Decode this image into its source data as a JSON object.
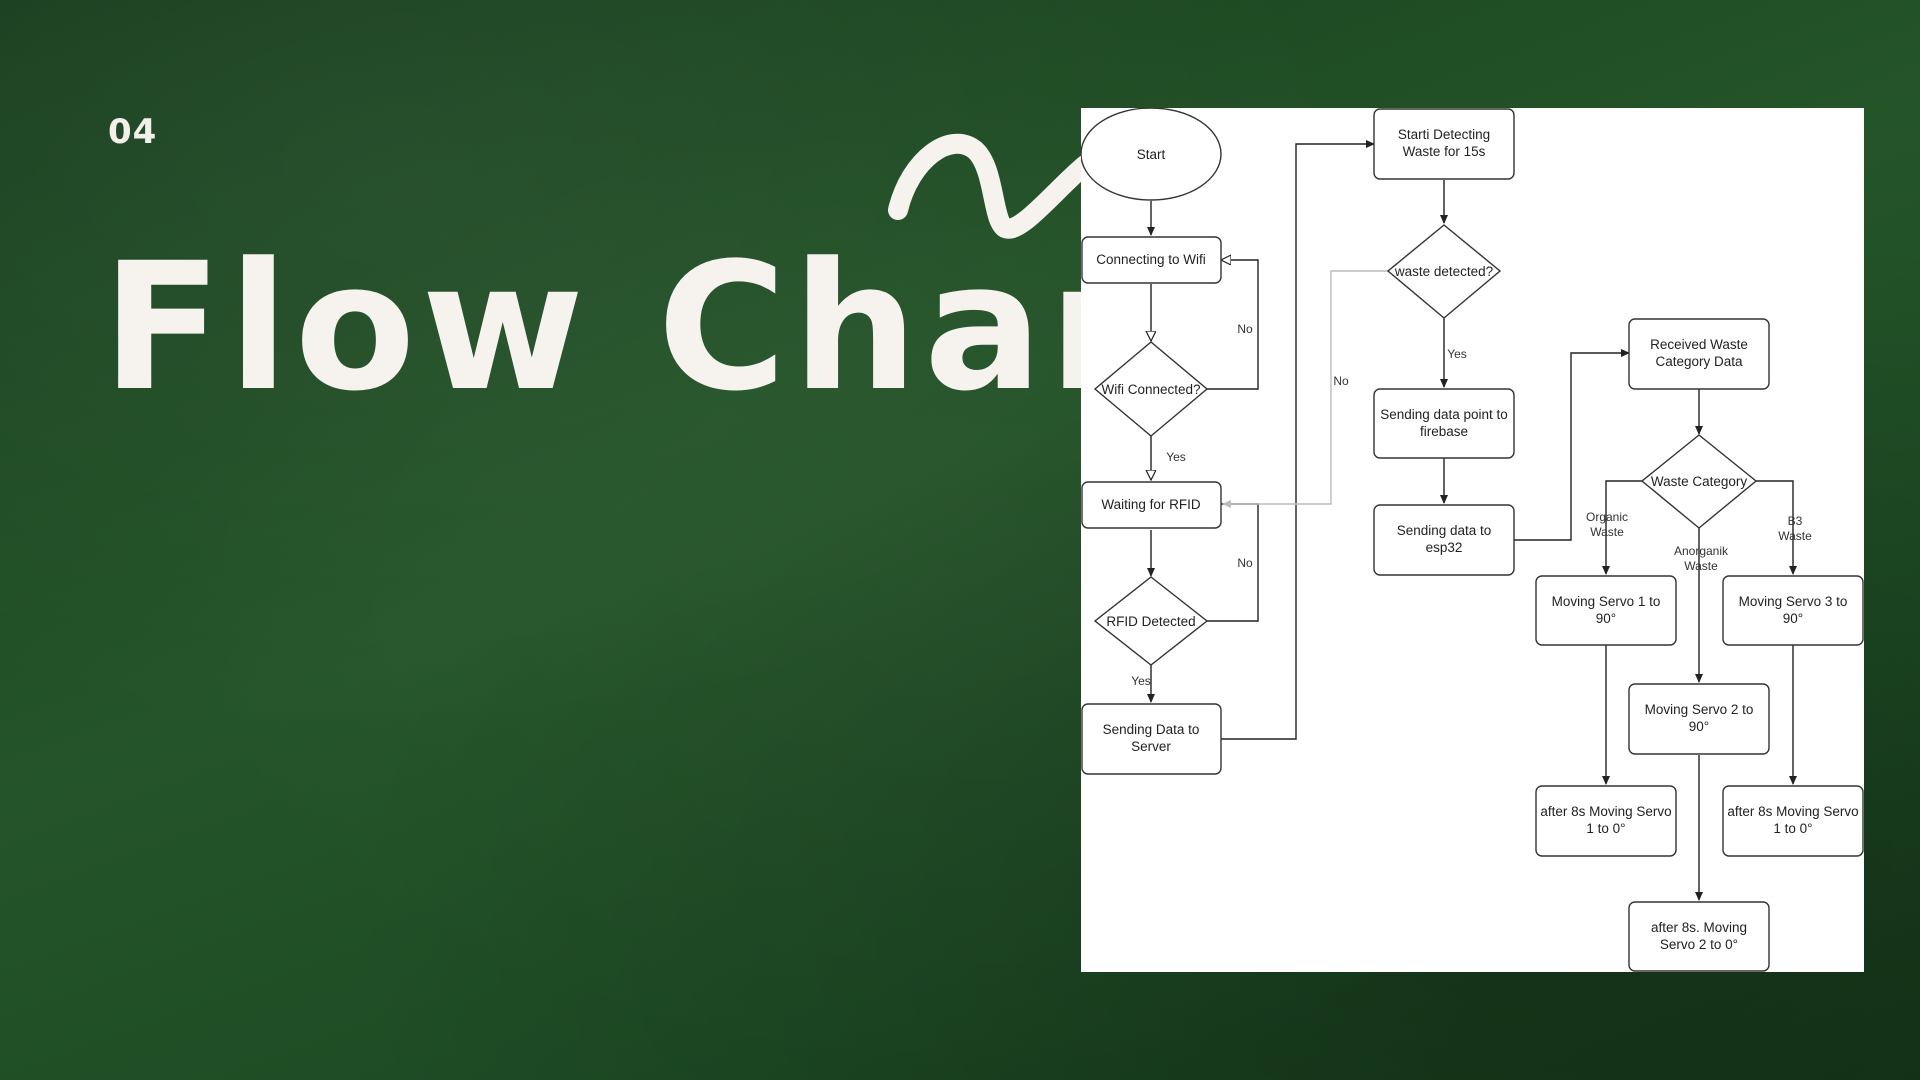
{
  "slide": {
    "number": "04",
    "title": "Flow Chart"
  },
  "colors": {
    "board": "#1f4a27",
    "chalk": "#f6f3ee",
    "panel": "#ffffff",
    "stroke": "#333333"
  },
  "flowchart": {
    "nodes": {
      "start": "Start",
      "connecting_wifi": "Connecting to Wifi",
      "wifi_connected": "Wifi Connected?",
      "waiting_rfid": "Waiting for RFID",
      "rfid_detected": "RFID Detected",
      "sending_server": [
        "Sending Data to",
        "Server"
      ],
      "start_detecting": [
        "Starti Detecting",
        "Waste for 15s"
      ],
      "waste_detected": "waste detected?",
      "sending_firebase": [
        "Sending data point to",
        "firebase"
      ],
      "sending_esp32": [
        "Sending data to",
        "esp32"
      ],
      "received_category": [
        "Received Waste",
        "Category Data"
      ],
      "waste_category": "Waste Category",
      "servo1": [
        "Moving Servo 1 to",
        "90°"
      ],
      "servo2": [
        "Moving Servo 2 to",
        "90°"
      ],
      "servo3": [
        "Moving Servo 3 to",
        "90°"
      ],
      "after_servo1": [
        "after 8s Moving Servo",
        "1 to 0°"
      ],
      "after_servo2": [
        "after 8s. Moving",
        "Servo 2 to 0°"
      ],
      "after_servo3": [
        "after 8s Moving Servo",
        "1 to 0°"
      ]
    },
    "edge_labels": {
      "wifi_no": "No",
      "wifi_yes": "Yes",
      "rfid_no": "No",
      "rfid_yes": "Yes",
      "waste_no": "No",
      "waste_yes": "Yes",
      "organic": [
        "Organic",
        "Waste"
      ],
      "anorganik": [
        "Anorganik",
        "Waste"
      ],
      "b3": [
        "B3",
        "Waste"
      ]
    }
  }
}
